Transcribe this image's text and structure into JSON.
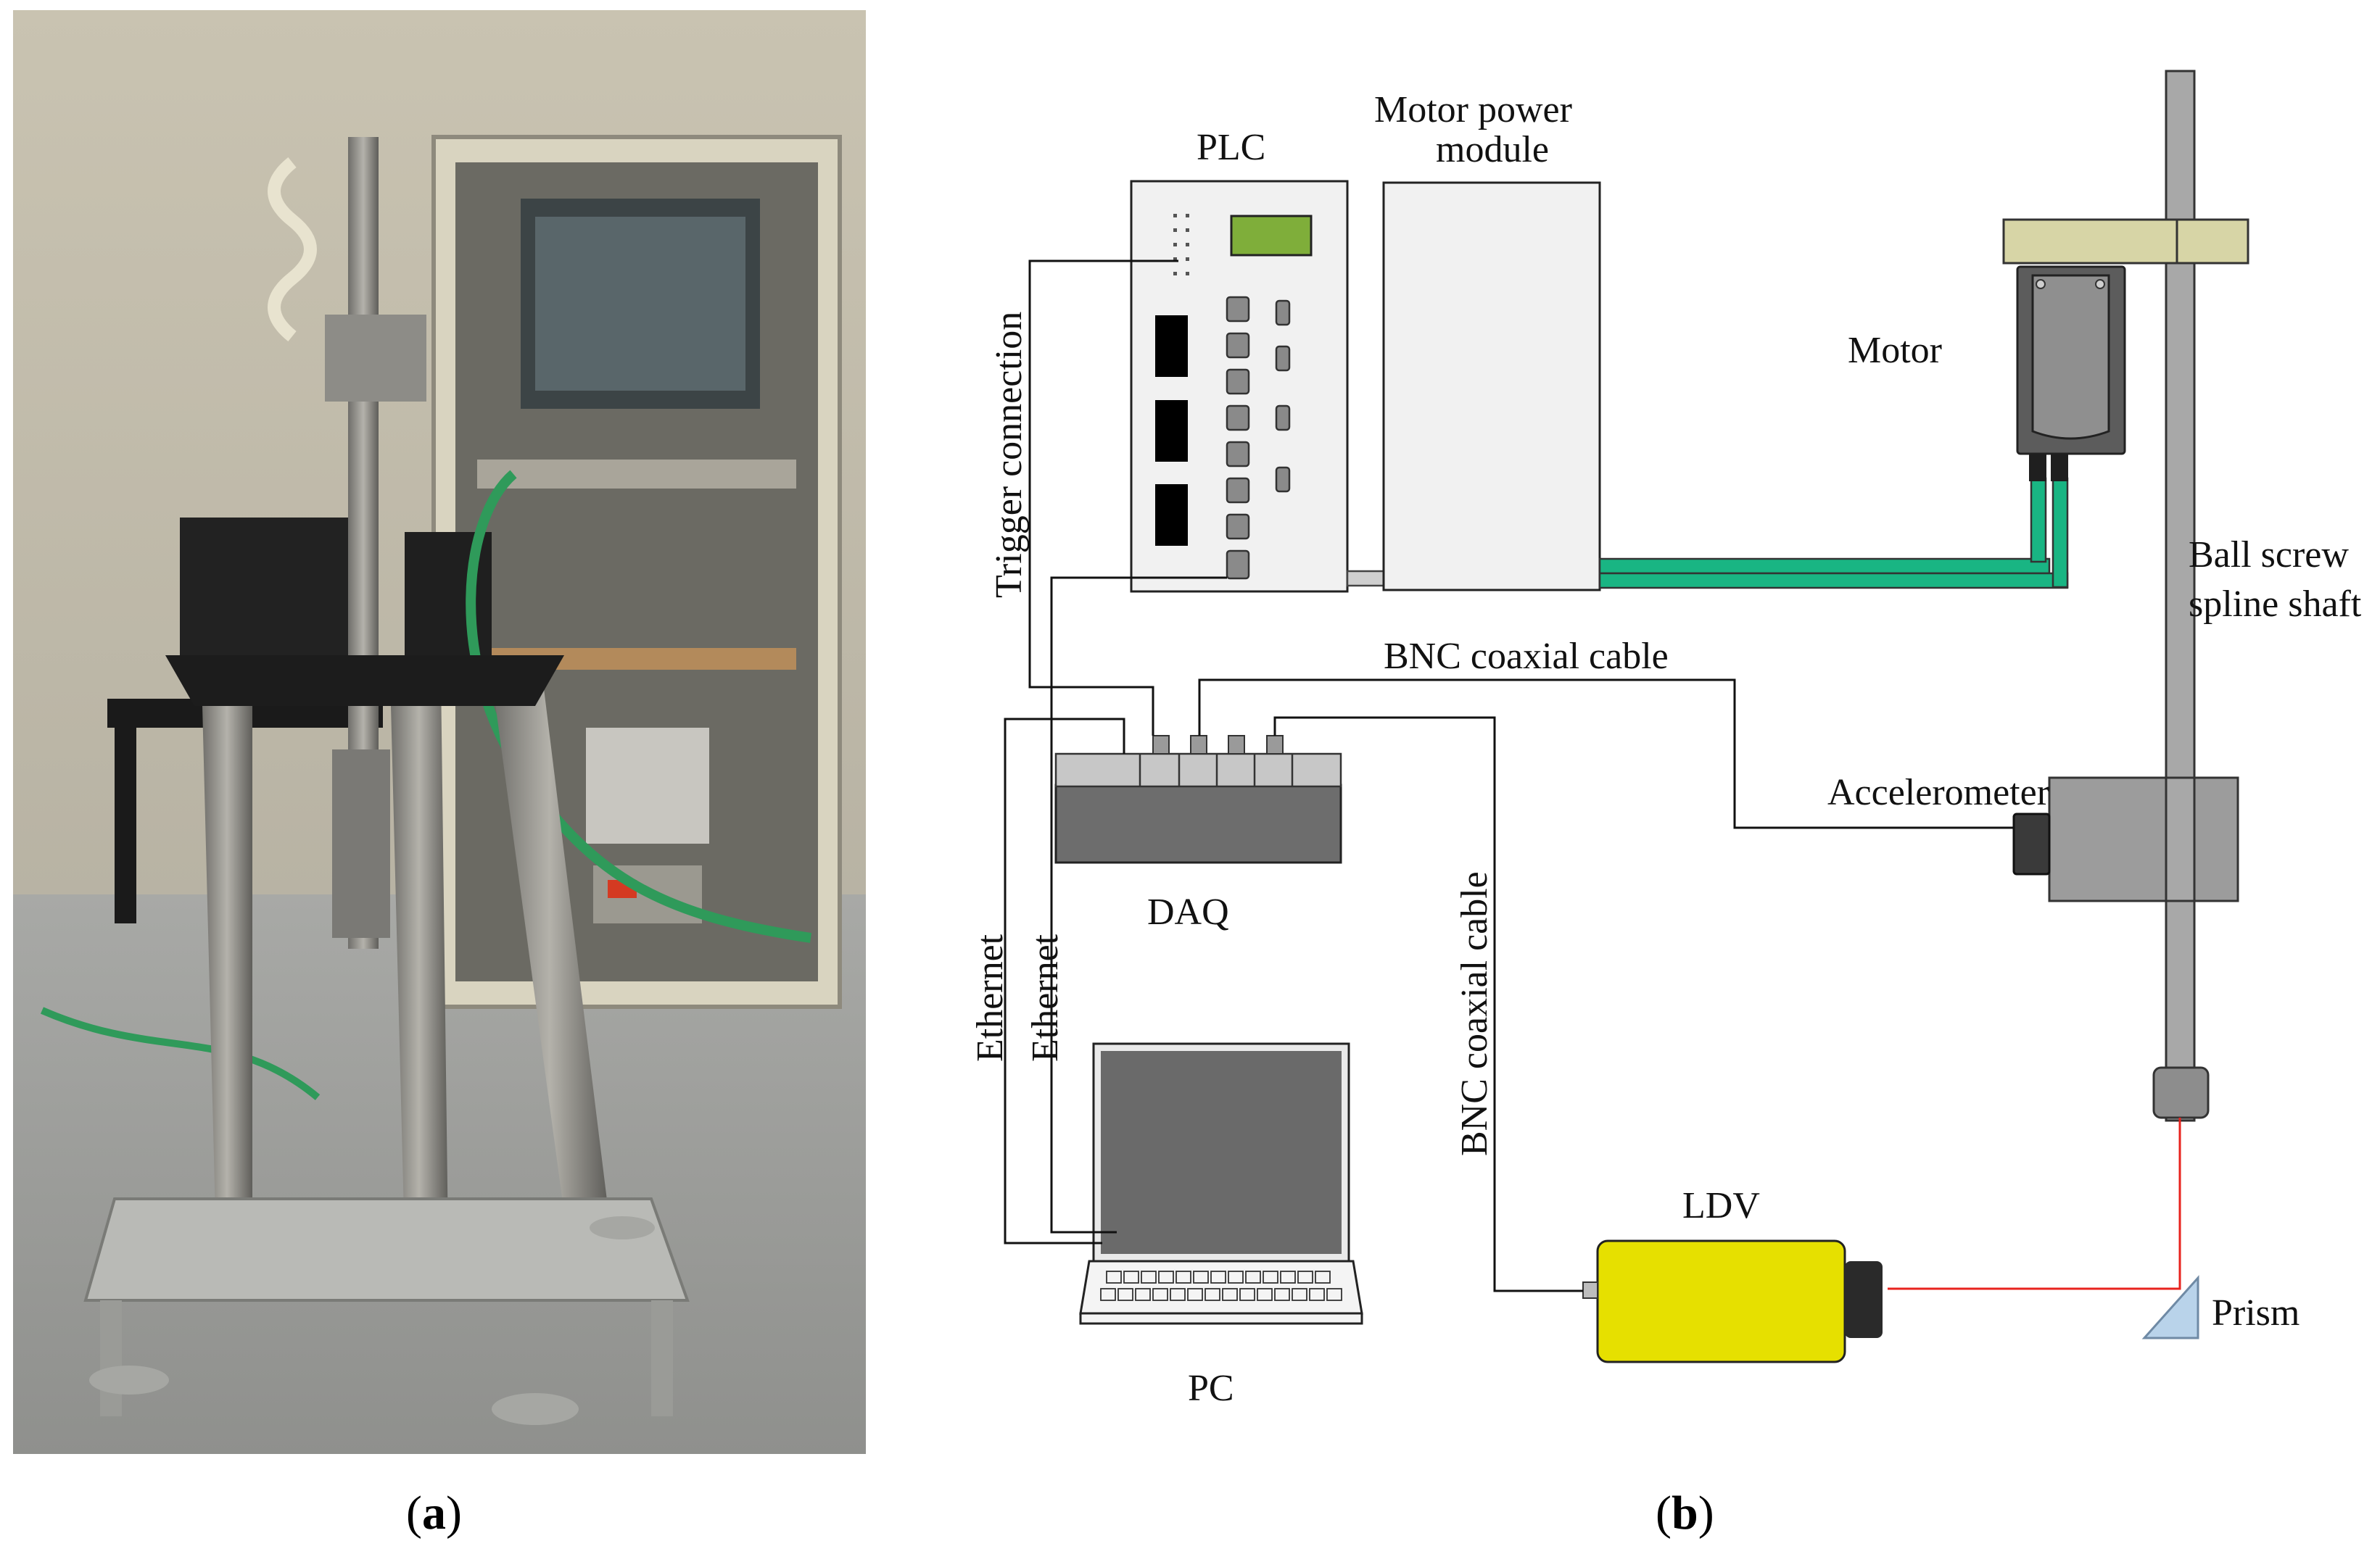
{
  "panels": {
    "a": {
      "open": "(",
      "letter": "a",
      "close": ")"
    },
    "b": {
      "open": "(",
      "letter": "b",
      "close": ")"
    }
  },
  "photo": {
    "subject": "experimental ball screw spline test rig with control cabinet"
  },
  "diagram": {
    "labels": {
      "plc": "PLC",
      "motor_power_line1": "Motor power",
      "motor_power_line2": "module",
      "motor": "Motor",
      "ball_screw_line1": "Ball screw",
      "ball_screw_line2": "spline shaft",
      "trigger": "Trigger connection",
      "bnc_top": "BNC coaxial cable",
      "accelerometer": "Accelerometer",
      "daq": "DAQ",
      "ethernet_1": "Ethernet",
      "ethernet_2": "Ethernet",
      "bnc_vertical": "BNC coaxial cable",
      "ldv": "LDV",
      "pc": "PC",
      "prism": "Prism"
    },
    "colors": {
      "cable_green": "#19b583",
      "ldv_yellow": "#e6e000",
      "laser_red": "#e8231e",
      "plc_screen": "#7fae3a",
      "prism_blue": "#b9d3ea",
      "motor_mount": "#d7d5a6"
    }
  }
}
